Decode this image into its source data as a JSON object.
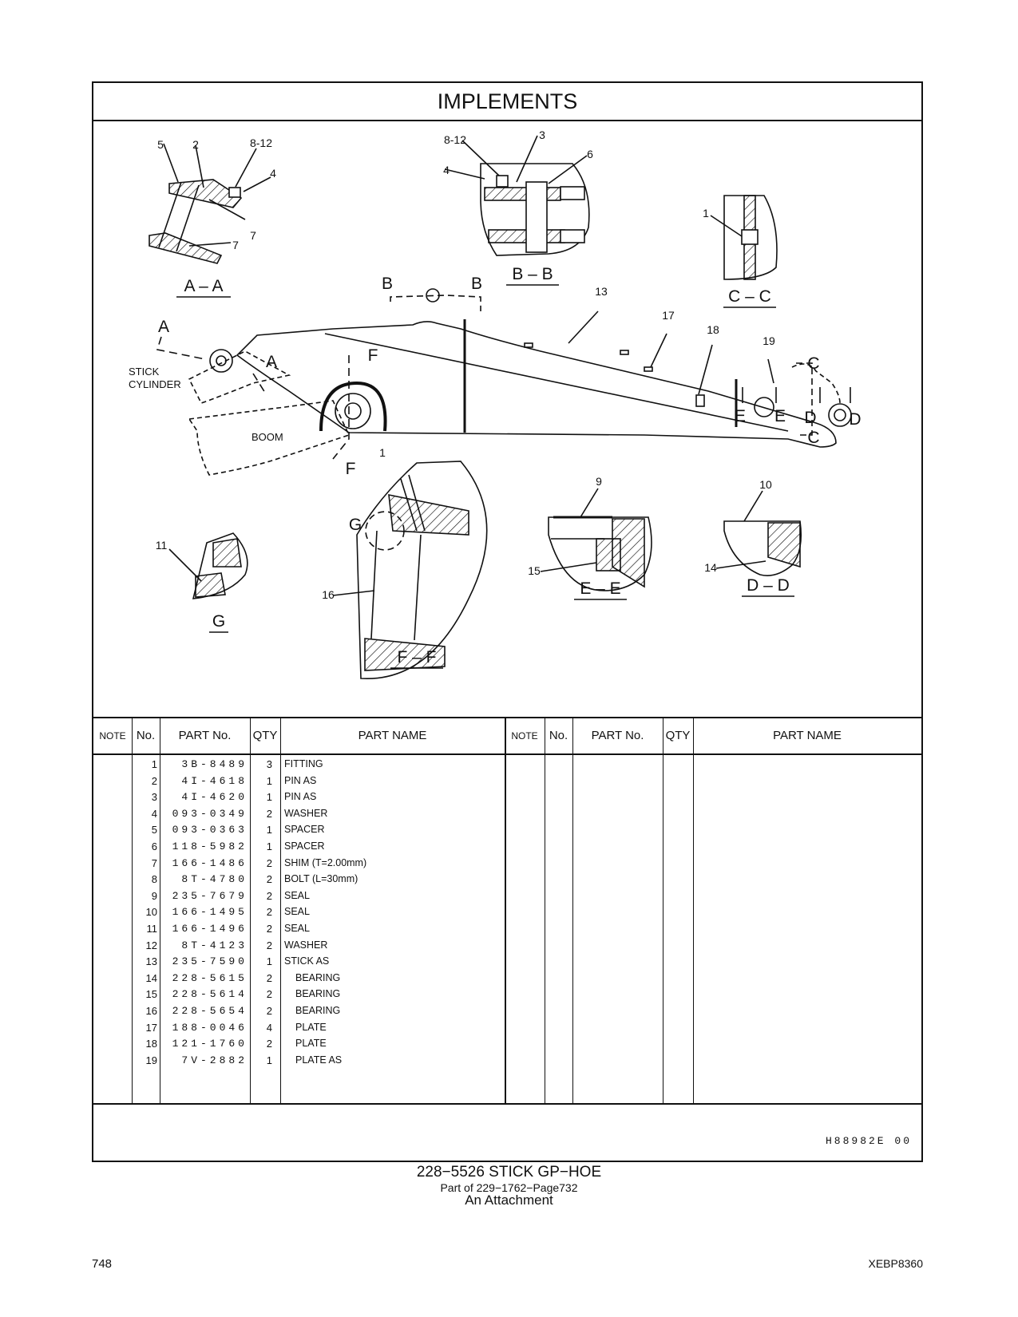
{
  "title": "IMPLEMENTS",
  "drawing": {
    "section_labels": [
      "A – A",
      "B – B",
      "C – C",
      "E – E",
      "D – D",
      "G",
      "F – F"
    ],
    "cut_letters": [
      "A",
      "A",
      "B",
      "B",
      "C",
      "C",
      "D",
      "D",
      "E",
      "E",
      "F",
      "F",
      "G"
    ],
    "callouts": [
      "5",
      "2",
      "8-12",
      "4",
      "7",
      "7",
      "8-12",
      "3",
      "6",
      "4",
      "1",
      "13",
      "17",
      "18",
      "19",
      "1",
      "9",
      "10",
      "11",
      "15",
      "14",
      "16"
    ],
    "stick_cylinder": "STICK\nCYLINDER",
    "stick_label_1": "STICK",
    "stick_label_2": "CYLINDER",
    "boom_label": "BOOM"
  },
  "table": {
    "headers": {
      "note": "NOTE",
      "no": "No.",
      "part_no": "PART No.",
      "qty": "QTY",
      "part_name": "PART NAME"
    },
    "rows": [
      {
        "no": "1",
        "part": "3B-8489",
        "qty": "3",
        "name": "FITTING"
      },
      {
        "no": "2",
        "part": "4I-4618",
        "qty": "1",
        "name": "PIN  AS"
      },
      {
        "no": "3",
        "part": "4I-4620",
        "qty": "1",
        "name": "PIN  AS"
      },
      {
        "no": "4",
        "part": "093-0349",
        "qty": "2",
        "name": "WASHER"
      },
      {
        "no": "5",
        "part": "093-0363",
        "qty": "1",
        "name": "SPACER"
      },
      {
        "no": "6",
        "part": "118-5982",
        "qty": "1",
        "name": "SPACER"
      },
      {
        "no": "7",
        "part": "166-1486",
        "qty": "2",
        "name": "SHIM (T=2.00mm)"
      },
      {
        "no": "8",
        "part": "8T-4780",
        "qty": "2",
        "name": "BOLT (L=30mm)"
      },
      {
        "no": "9",
        "part": "235-7679",
        "qty": "2",
        "name": "SEAL"
      },
      {
        "no": "10",
        "part": "166-1495",
        "qty": "2",
        "name": "SEAL"
      },
      {
        "no": "11",
        "part": "166-1496",
        "qty": "2",
        "name": "SEAL"
      },
      {
        "no": "12",
        "part": "8T-4123",
        "qty": "2",
        "name": "WASHER"
      },
      {
        "no": "13",
        "part": "235-7590",
        "qty": "1",
        "name": "STICK  AS"
      },
      {
        "no": "14",
        "part": "228-5615",
        "qty": "2",
        "name": "BEARING",
        "indent": true
      },
      {
        "no": "15",
        "part": "228-5614",
        "qty": "2",
        "name": "BEARING",
        "indent": true
      },
      {
        "no": "16",
        "part": "228-5654",
        "qty": "2",
        "name": "BEARING",
        "indent": true
      },
      {
        "no": "17",
        "part": "188-0046",
        "qty": "4",
        "name": "PLATE",
        "indent": true
      },
      {
        "no": "18",
        "part": "121-1760",
        "qty": "2",
        "name": "PLATE",
        "indent": true
      },
      {
        "no": "19",
        "part": "7V-2882",
        "qty": "1",
        "name": "PLATE  AS",
        "indent": true
      }
    ]
  },
  "drawing_code": "H88982E    00",
  "caption": {
    "line1": "228−5526  STICK  GP−HOE",
    "line2": "Part of 229−1762−Page732",
    "line3": "An Attachment"
  },
  "page_number": "748",
  "document_id": "XEBP8360"
}
